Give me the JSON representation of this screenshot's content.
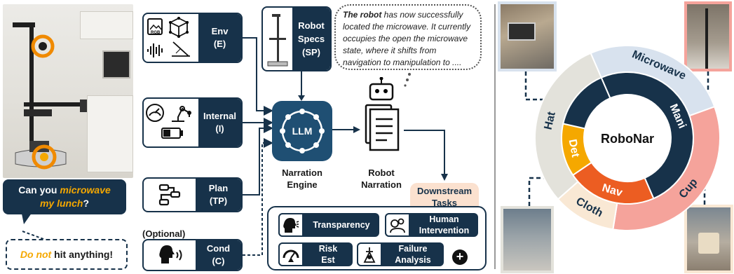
{
  "left_panel": {
    "user_request": {
      "prefix": "Can you ",
      "highlight": "microwave",
      "line2_highlight": "my lunch",
      "suffix": "?"
    },
    "constraint": {
      "highlight": "Do not",
      "rest": " hit anything!"
    },
    "optional_label": "(Optional)"
  },
  "modules": {
    "env": {
      "name": "Env",
      "abbr": "(E)"
    },
    "internal": {
      "name": "Internal",
      "abbr": "(I)"
    },
    "plan": {
      "name": "Plan",
      "abbr": "(TP)"
    },
    "cond": {
      "name": "Cond",
      "abbr": "(C)"
    },
    "specs": {
      "name_line1": "Robot",
      "name_line2": "Specs",
      "abbr": "(SP)"
    }
  },
  "thought": {
    "bold": "The robot",
    "rest": " has now successfully located the microwave. It currently occupies the open the microwave state, where it shifts from navigation to manipulation to ...."
  },
  "engine": {
    "chip_label": "LLM",
    "caption_line1": "Narration",
    "caption_line2": "Engine"
  },
  "narration": {
    "caption_line1": "Robot",
    "caption_line2": "Narration"
  },
  "downstream": {
    "title_line1": "Downstream",
    "title_line2": "Tasks",
    "tasks": [
      {
        "line1": "Transparency",
        "line2": ""
      },
      {
        "line1": "Human",
        "line2": "Intervention"
      },
      {
        "line1": "Risk",
        "line2": "Est"
      },
      {
        "line1": "Failure",
        "line2": "Analysis"
      }
    ],
    "more": "+"
  },
  "icons": {
    "env": [
      "image-rgb-icon",
      "cube-3d-icon",
      "audio-waveform-icon",
      "lidar-icon"
    ],
    "internal": [
      "gauge-icon",
      "robot-arm-icon",
      "battery-icon"
    ],
    "plan": "flowchart-icon",
    "cond": "speaking-head-icon",
    "specs": "robot-silhouette-icon",
    "tasks": [
      "talking-head-icon",
      "gears-head-icon",
      "risk-gauge-icon",
      "broken-robot-icon"
    ]
  },
  "donut": {
    "center_label": "RoboNar",
    "inner": [
      {
        "label": "Mani",
        "value": 0.5,
        "color": "#17324a"
      },
      {
        "label": "Nav",
        "value": 0.22,
        "color": "#ec5d22"
      },
      {
        "label": "Det",
        "value": 0.13,
        "color": "#f5a800"
      },
      {
        "label": "",
        "value": 0.15,
        "color": "#17324a"
      }
    ],
    "outer": [
      {
        "label": "Microwave",
        "value": 0.26,
        "color": "#d8e2ee"
      },
      {
        "label": "Cup",
        "value": 0.33,
        "color": "#f5a39b"
      },
      {
        "label": "Cloth",
        "value": 0.11,
        "color": "#f9e8d4"
      },
      {
        "label": "Hat",
        "value": 0.3,
        "color": "#e3e2db"
      }
    ]
  }
}
